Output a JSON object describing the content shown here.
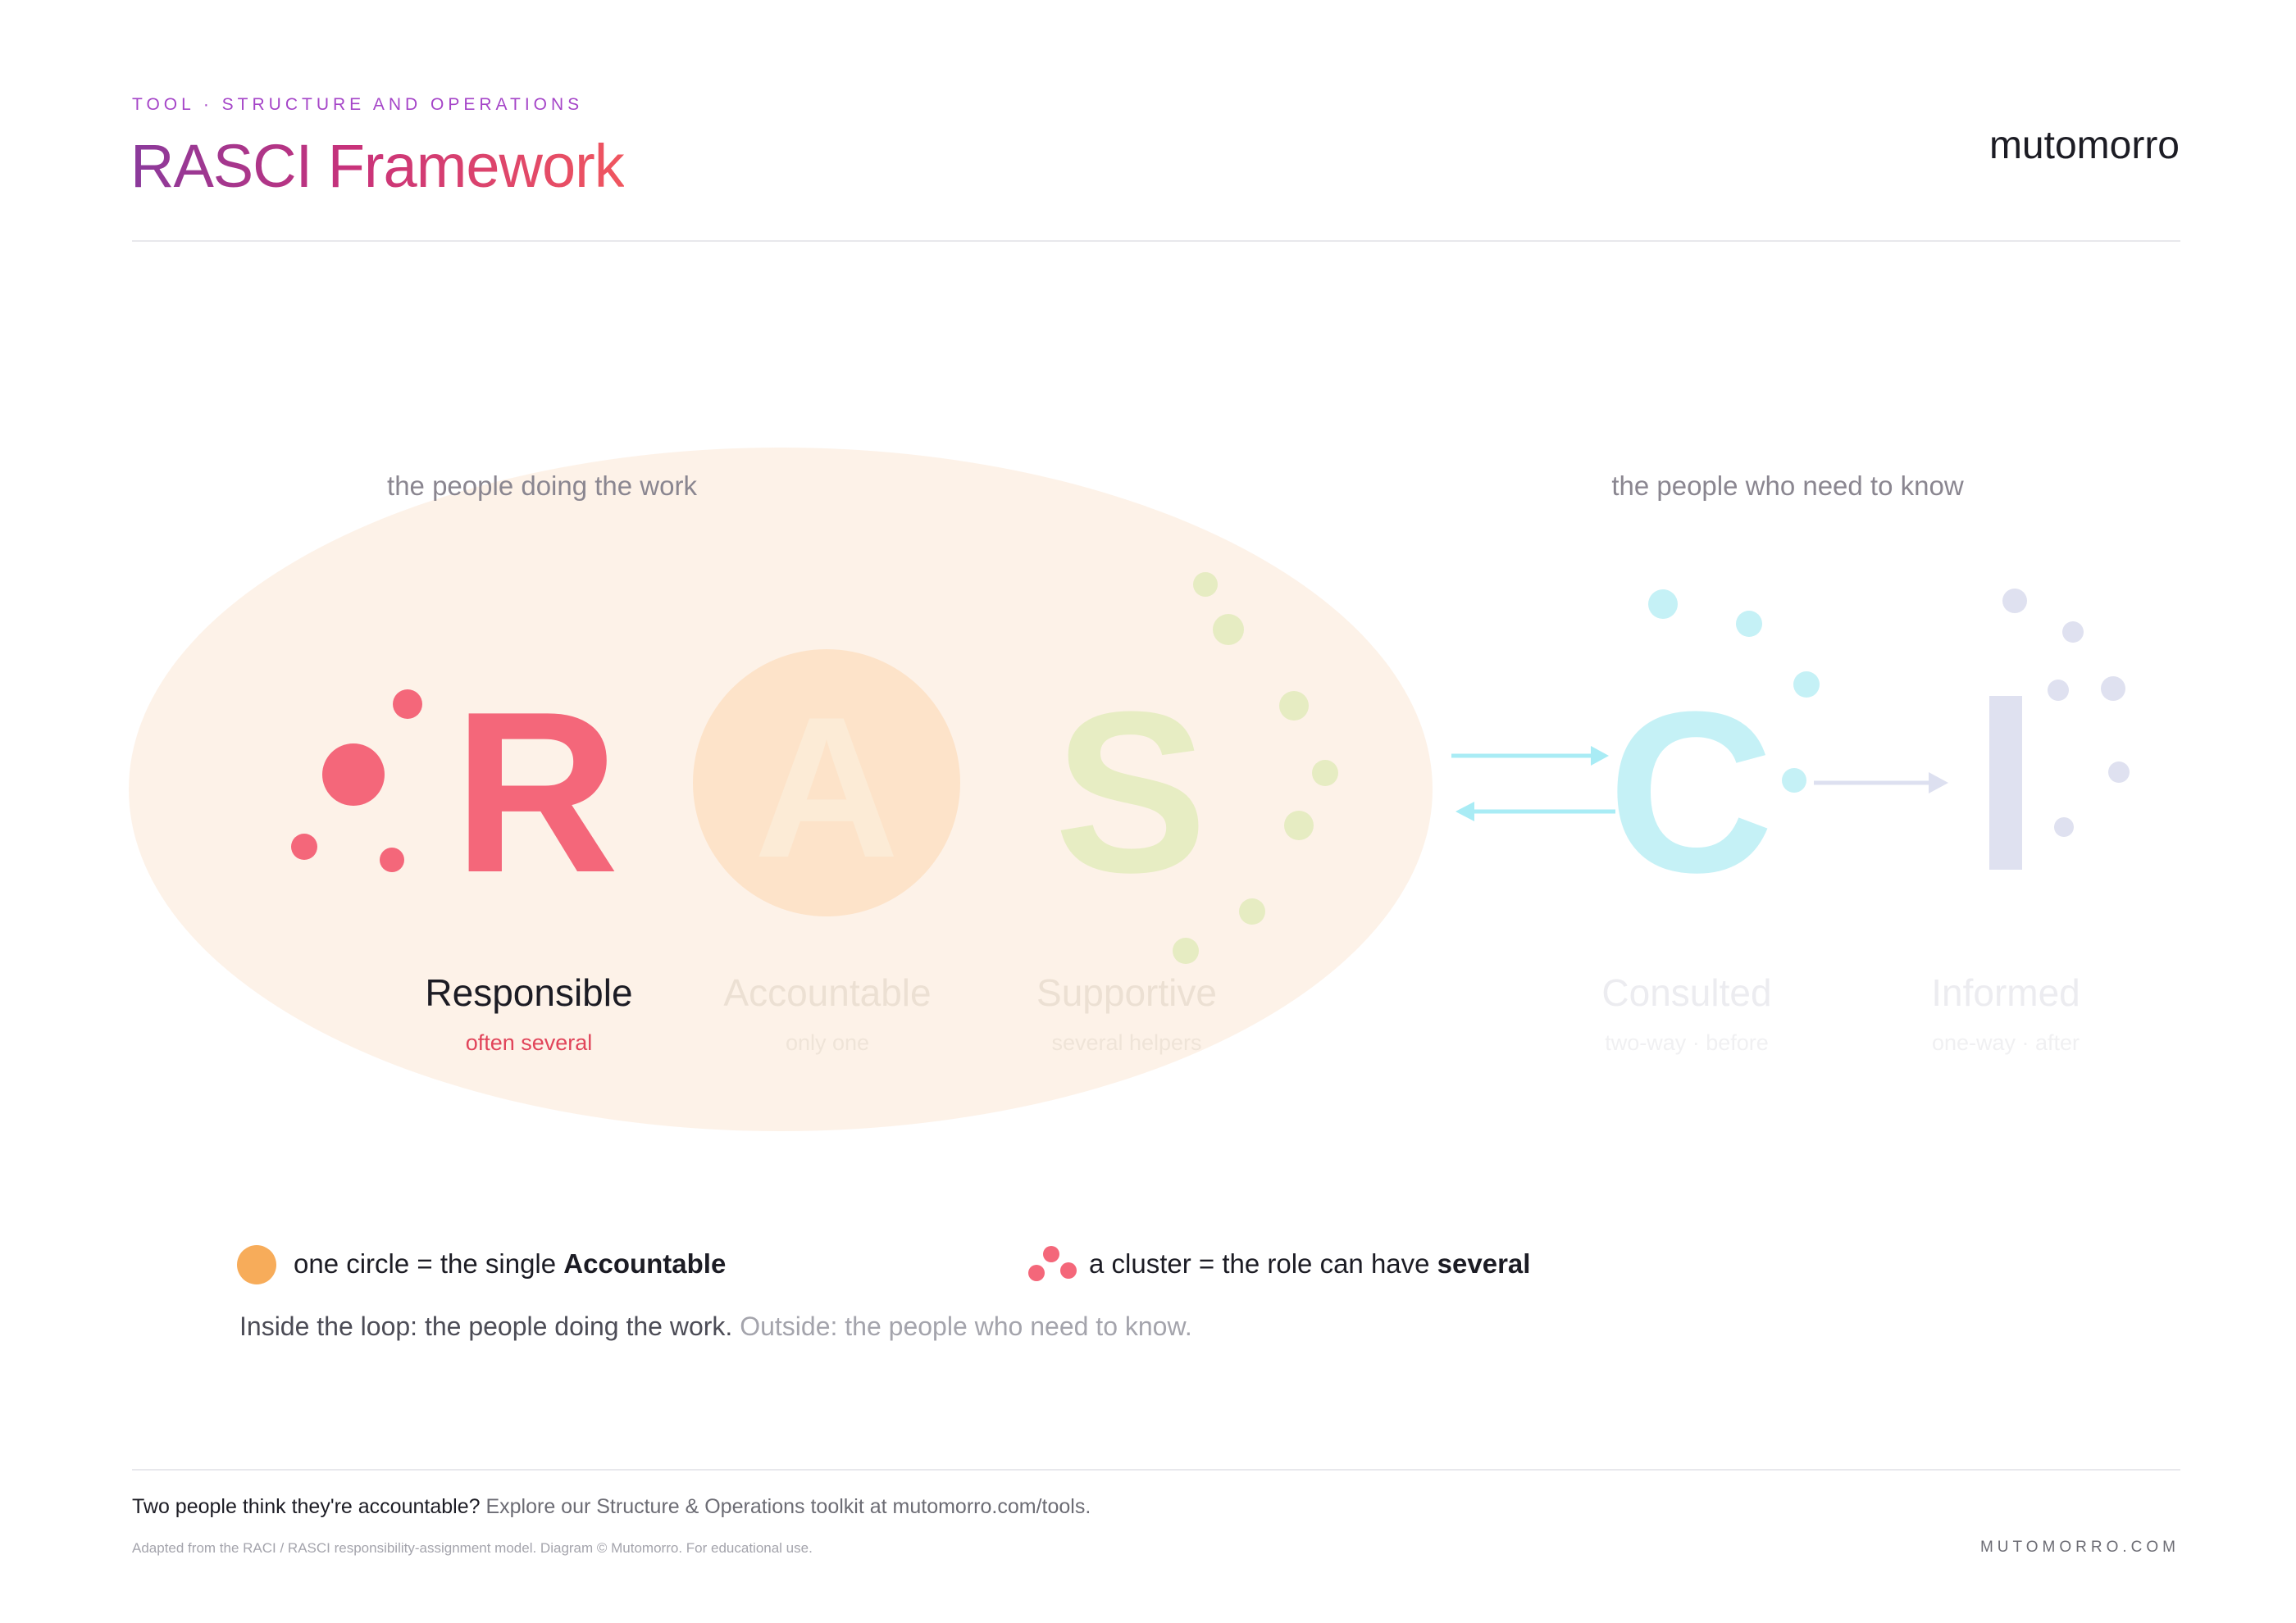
{
  "header": {
    "eyebrow": "TOOL · STRUCTURE AND OPERATIONS",
    "title": "RASCI Framework",
    "brand": "mutomorro"
  },
  "diagram": {
    "group_inside_label": "the people doing the work",
    "group_outside_label": "the people who need to know",
    "roles": [
      {
        "letter": "R",
        "name": "Responsible",
        "note": "often several",
        "color": "#f4677a",
        "highlighted": true
      },
      {
        "letter": "A",
        "name": "Accountable",
        "note": "only one",
        "color": "#f7ac5a",
        "highlighted": false
      },
      {
        "letter": "S",
        "name": "Supportive",
        "note": "several helpers",
        "color": "#c8dd92",
        "highlighted": false
      },
      {
        "letter": "C",
        "name": "Consulted",
        "note": "two-way · before",
        "color": "#8fe0ec",
        "highlighted": false
      },
      {
        "letter": "I",
        "name": "Informed",
        "note": "one-way · after",
        "color": "#b8bde0",
        "highlighted": false
      }
    ],
    "loop_color": "#fdf1e6"
  },
  "legend": {
    "single_prefix": "one circle = the single ",
    "single_bold": "Accountable",
    "cluster_prefix": "a cluster = the role can have ",
    "cluster_bold": "several",
    "note_dark": "Inside the loop: the people doing the work.",
    "note_light": "Outside: the people who need to know."
  },
  "footer": {
    "cta_question": "Two people think they're accountable?",
    "cta_rest": "Explore our Structure & Operations toolkit at mutomorro.com/tools.",
    "credit": "Adapted from the RACI / RASCI responsibility-assignment model. Diagram © Mutomorro. For educational use.",
    "site": "MUTOMORRO.COM"
  }
}
